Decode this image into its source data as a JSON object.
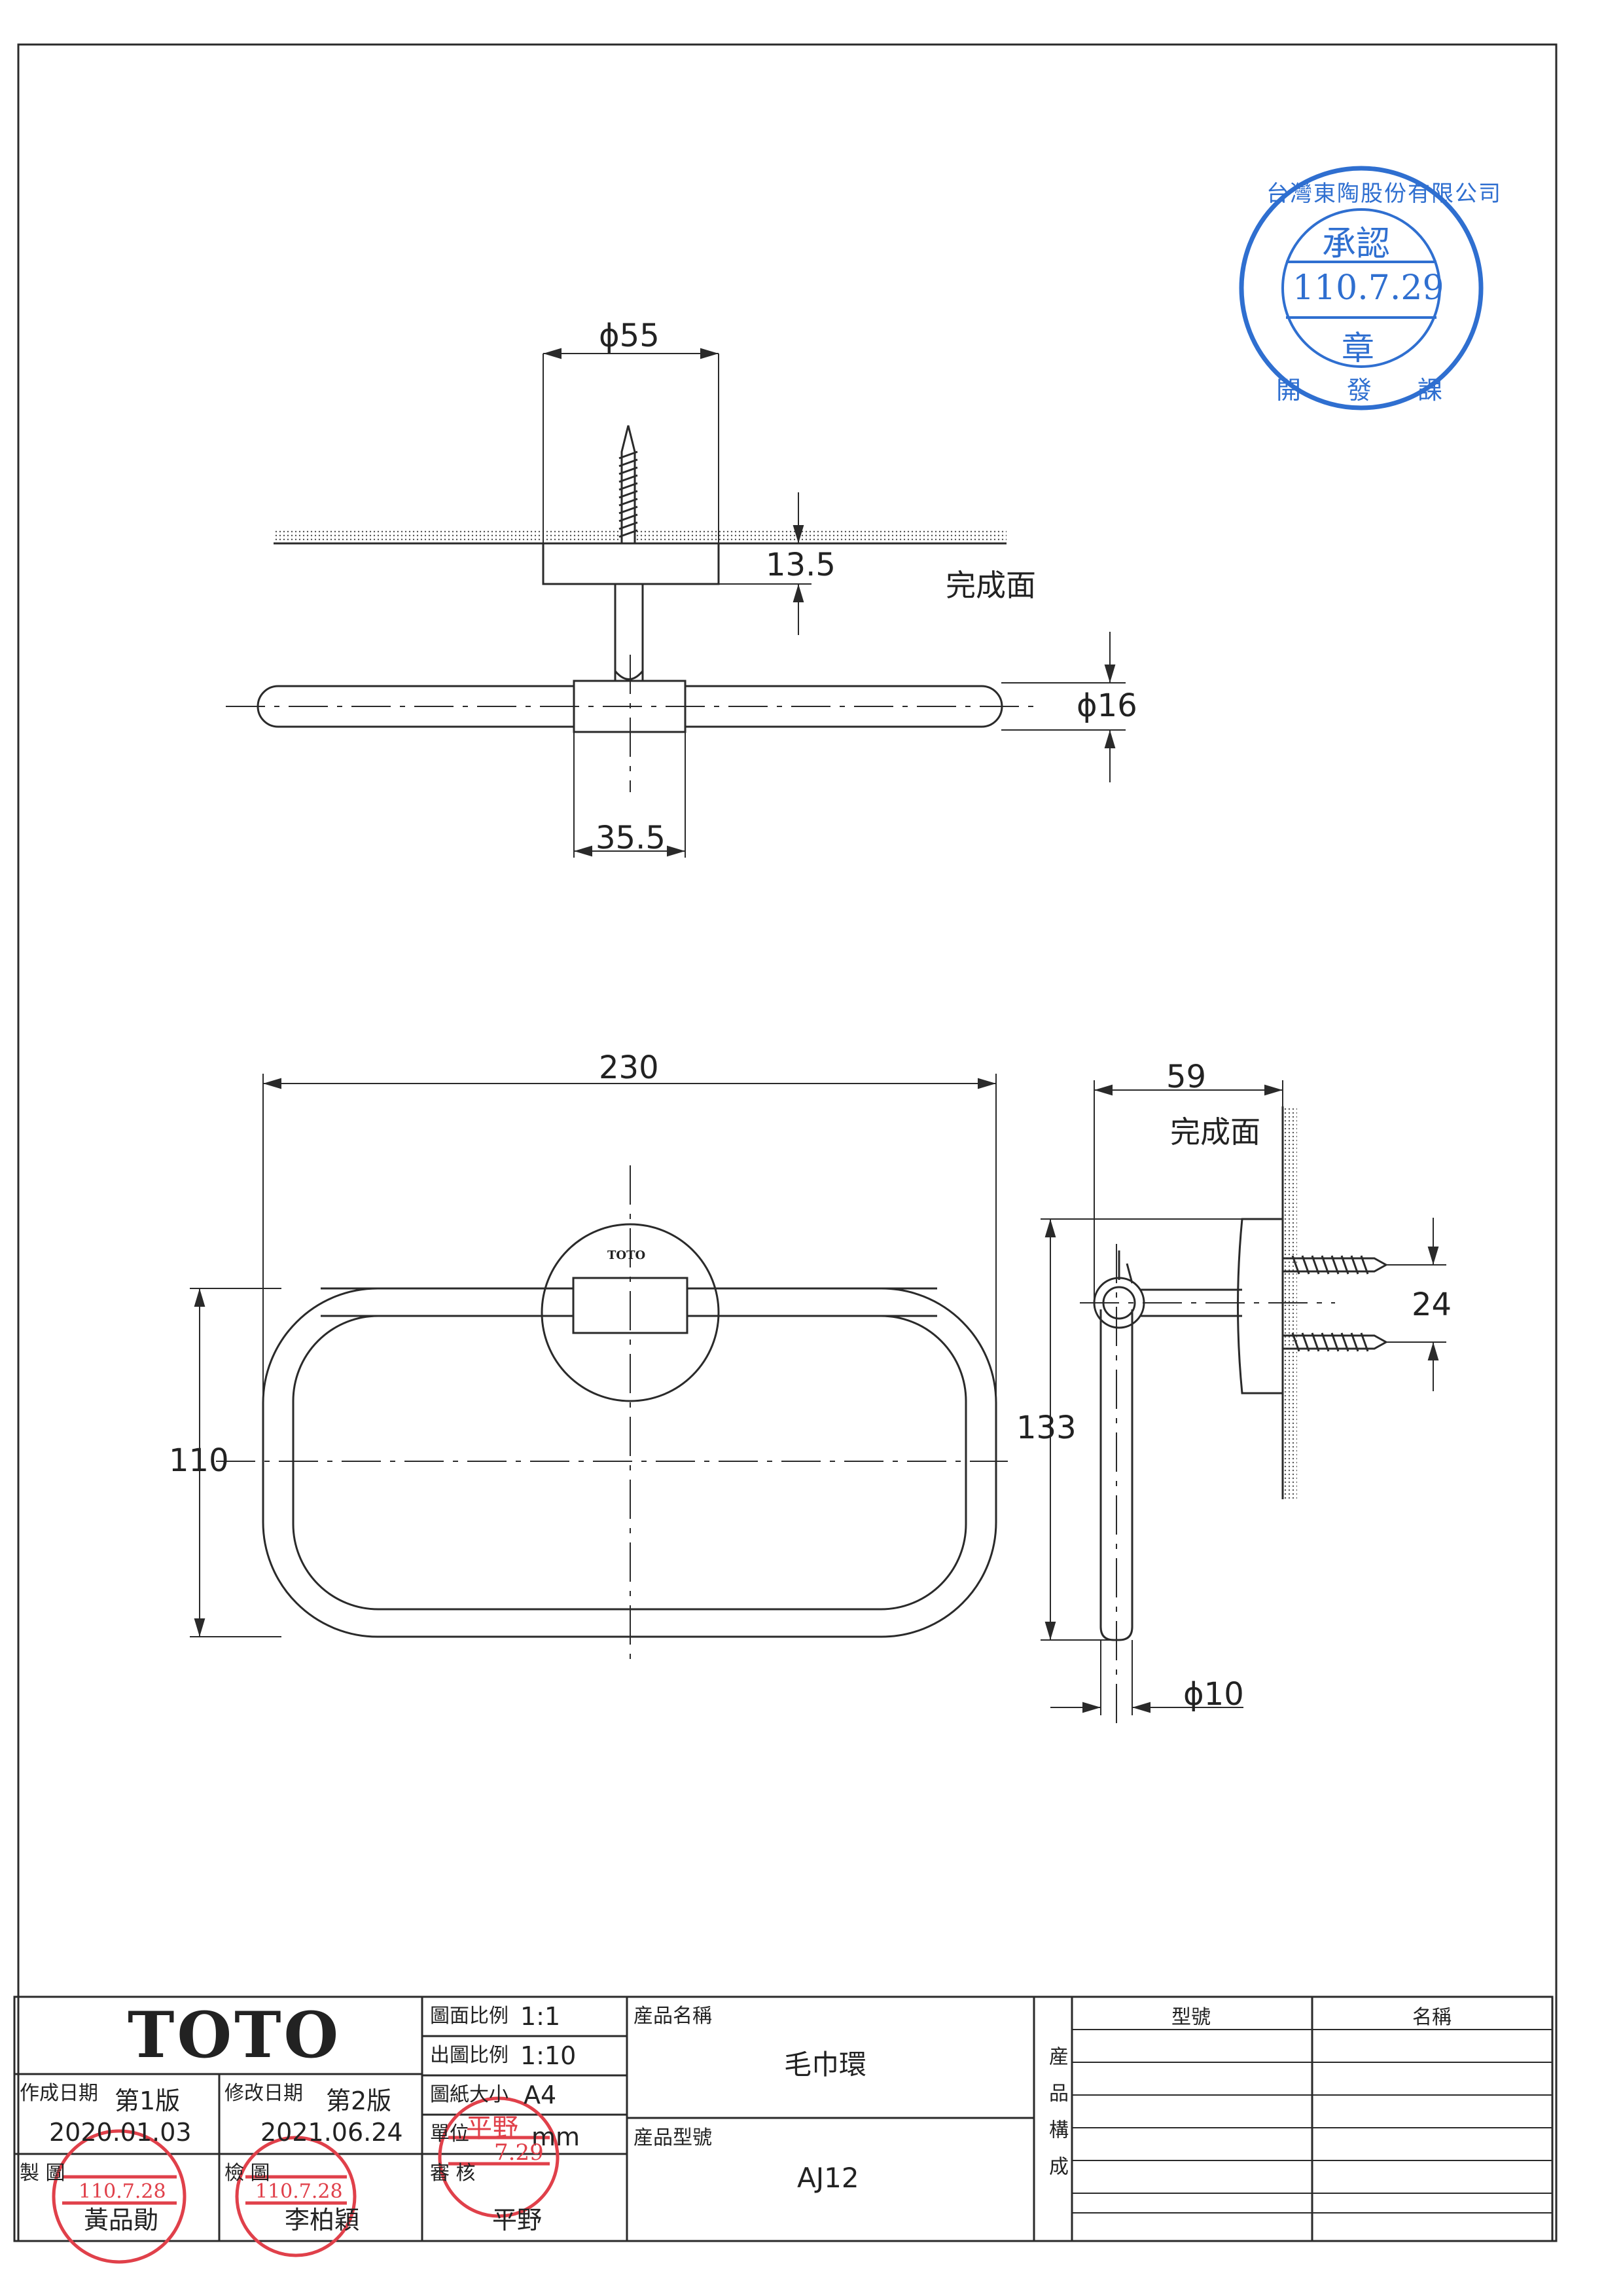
{
  "dimensions": {
    "d55": "ϕ55",
    "d13_5": "13.5",
    "d16": "ϕ16",
    "d35_5": "35.5",
    "d230": "230",
    "d59": "59",
    "d110": "110",
    "d133": "133",
    "d24": "24",
    "d10": "ϕ10"
  },
  "labels": {
    "finish_surface_top": "完成面",
    "finish_surface_side": "完成面",
    "plate_logo": "TOTO"
  },
  "approval_stamp": {
    "company": "台灣東陶股份有限公司",
    "title": "承認",
    "date": "110.7.29",
    "seal": "章",
    "department": "開發課"
  },
  "title_block": {
    "brand": "TOTO",
    "drawing_scale_label": "圖面比例",
    "drawing_scale_value": "1:1",
    "output_scale_label": "出圖比例",
    "output_scale_value": "1:10",
    "paper_size_label": "圖紙大小",
    "paper_size_value": "A4",
    "unit_label": "單位",
    "unit_value": "mm",
    "created_label": "作成日期",
    "created_version": "第1版",
    "created_date": "2020.01.03",
    "revised_label": "修改日期",
    "revised_version": "第2版",
    "revised_date": "2021.06.24",
    "drawn_label": "製 圖",
    "drawn_by": "黃品勛",
    "checked_label": "檢 圖",
    "checked_by": "李柏穎",
    "approved_label": "審 核",
    "approved_by": "平野",
    "product_name_label": "産品名稱",
    "product_name": "毛巾環",
    "product_model_label": "産品型號",
    "product_model": "AJ12",
    "composition_label": "産品構成",
    "model_col_label": "型號",
    "name_col_label": "名稱"
  },
  "signature_stamps": {
    "drawn": {
      "name": "黃品勛",
      "date": "110.7.28"
    },
    "checked": {
      "name": "李柏穎",
      "date": "110.7.28"
    },
    "approved": {
      "name": "平野",
      "date": "7.29"
    }
  },
  "colors": {
    "line": "#2a2a2a",
    "approval_stamp": "#2f6fd0",
    "signature_stamp": "#e0404a"
  }
}
